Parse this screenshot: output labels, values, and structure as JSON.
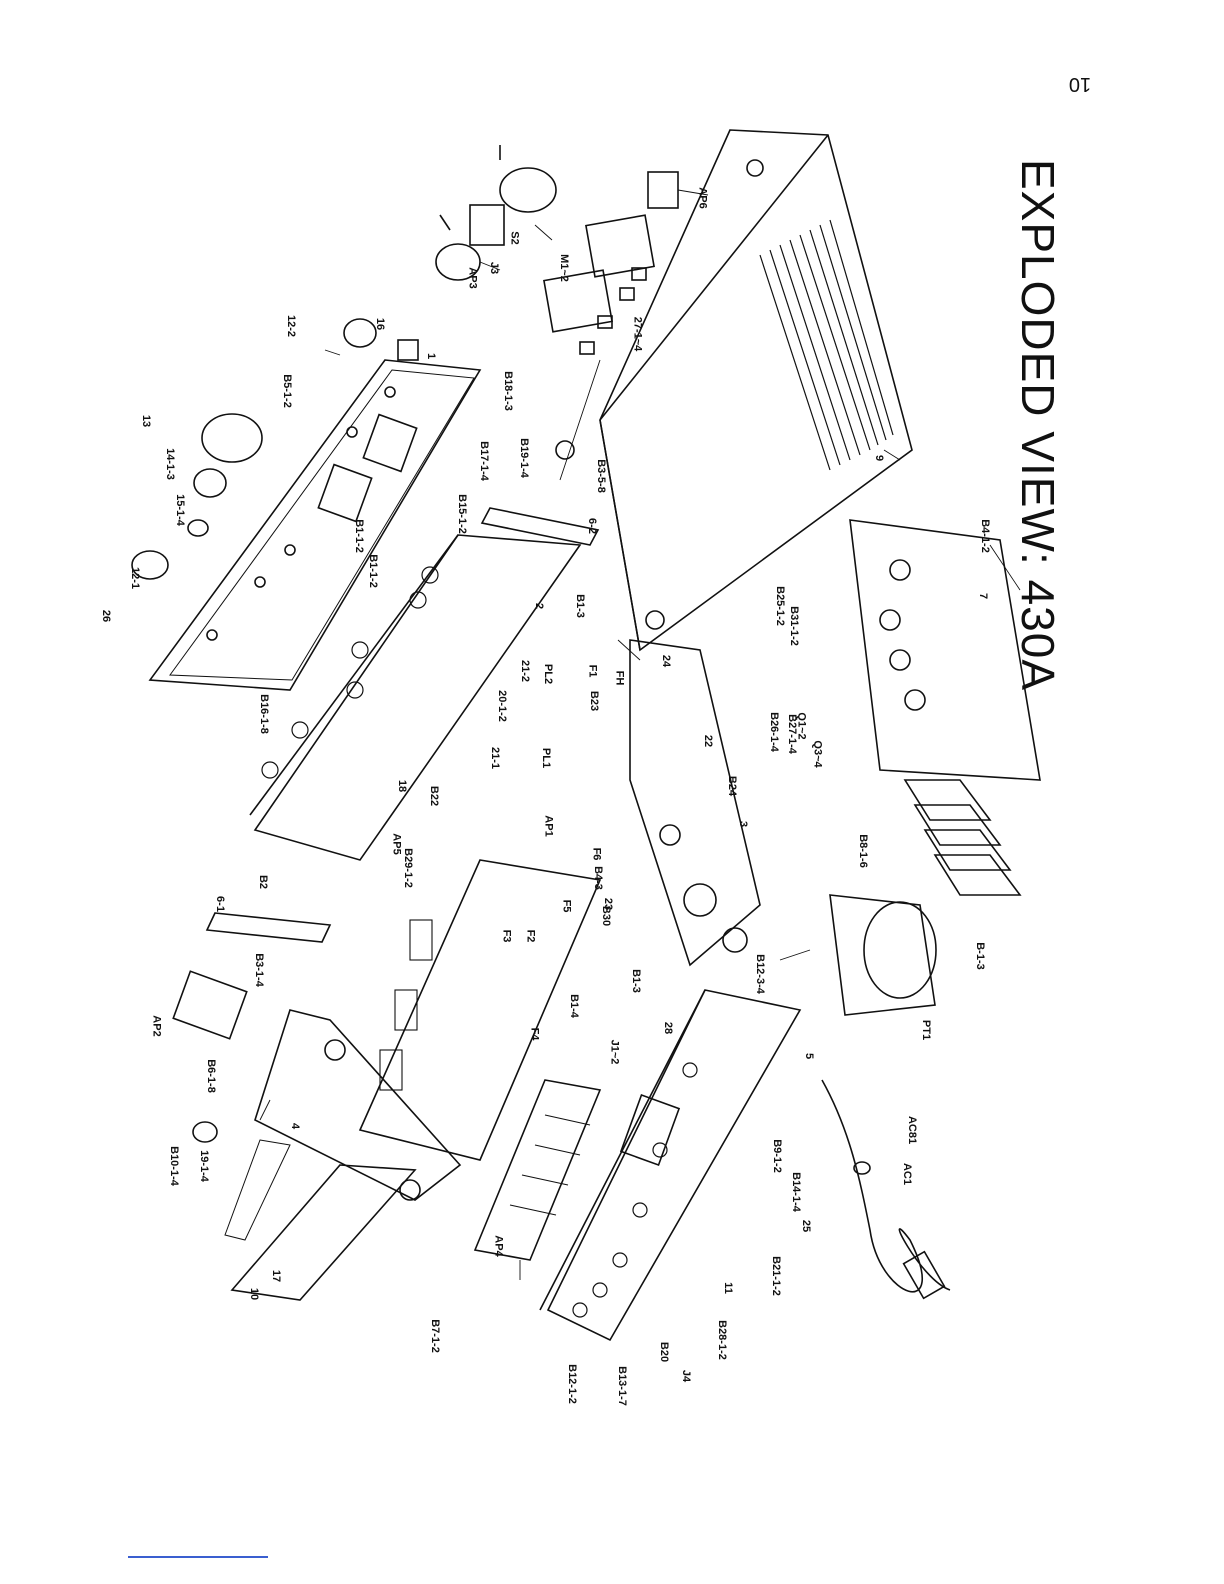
{
  "page_title": "EXPLODED VIEW: 430A",
  "page_number": "10",
  "part_labels": [
    "AP6",
    "S2",
    "J3",
    "M1~2",
    "AP3",
    "27-1~4",
    "12-2",
    "16",
    "1",
    "9",
    "B5-1-2",
    "B18-1-3",
    "B3-5-8",
    "13",
    "B17-1-4",
    "B19-1-4",
    "6-2",
    "B4-1-2",
    "14-1-3",
    "B15-1-2",
    "B1-3",
    "7",
    "15-1-4",
    "B1-1-2",
    "2",
    "12-1",
    "B1-1-2",
    "24",
    "B25-1-2",
    "B31-1-2",
    "26",
    "21-2",
    "F1",
    "FH",
    "PL2",
    "B23",
    "20-1-2",
    "21-1",
    "PL1",
    "B16-1-8",
    "18",
    "B22",
    "B27-1-4",
    "B26-1-4",
    "Q1~2",
    "Q3~4",
    "22",
    "B24",
    "3",
    "AP1",
    "F6",
    "B8-1-6",
    "AP5",
    "B29-1-2",
    "B2",
    "F5",
    "B30",
    "B4-3",
    "23",
    "6-1",
    "F2",
    "F3",
    "B1-3",
    "28",
    "B12-3-4",
    "B-1-3",
    "B3-1-4",
    "B1-4",
    "PT1",
    "F4",
    "J1~2",
    "5",
    "AP2",
    "B6-1-8",
    "4",
    "AC81",
    "B9-1-2",
    "AC1",
    "B10-1-4",
    "19-1-4",
    "B14-1-4",
    "25",
    "AP4",
    "B21-1-2",
    "11",
    "10",
    "17",
    "B28-1-2",
    "B20",
    "J4",
    "B7-1-2",
    "B12-1-2",
    "B13-1-7"
  ]
}
